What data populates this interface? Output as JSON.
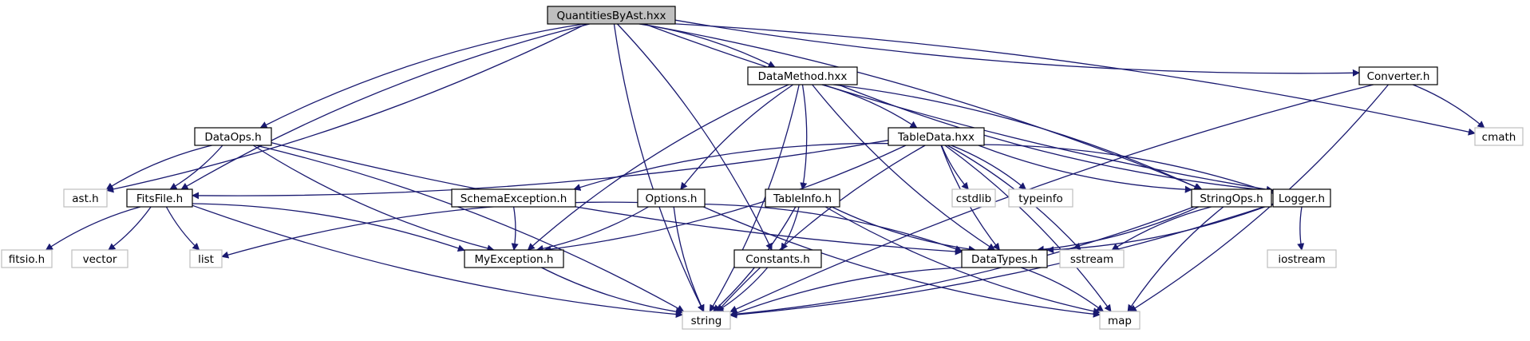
{
  "colors": {
    "edge": "#191970",
    "node_border": "#000000",
    "external_border": "#bfbfbf",
    "root_fill": "#bfbfbf",
    "node_fill": "#ffffff"
  },
  "nodes": {
    "quantities": {
      "label": "QuantitiesByAst.hxx",
      "kind": "root"
    },
    "datamethod": {
      "label": "DataMethod.hxx",
      "kind": "header"
    },
    "converter": {
      "label": "Converter.h",
      "kind": "header"
    },
    "cmath": {
      "label": "cmath",
      "kind": "external"
    },
    "dataops": {
      "label": "DataOps.h",
      "kind": "header"
    },
    "tabledata": {
      "label": "TableData.hxx",
      "kind": "header"
    },
    "ast": {
      "label": "ast.h",
      "kind": "external"
    },
    "fitsfile": {
      "label": "FitsFile.h",
      "kind": "header"
    },
    "schemaexc": {
      "label": "SchemaException.h",
      "kind": "header"
    },
    "options": {
      "label": "Options.h",
      "kind": "header"
    },
    "tableinfo": {
      "label": "TableInfo.h",
      "kind": "header"
    },
    "cstdlib": {
      "label": "cstdlib",
      "kind": "external"
    },
    "typeinfo": {
      "label": "typeinfo",
      "kind": "external"
    },
    "stringops": {
      "label": "StringOps.h",
      "kind": "header"
    },
    "logger": {
      "label": "Logger.h",
      "kind": "header"
    },
    "fitsio": {
      "label": "fitsio.h",
      "kind": "external"
    },
    "vector": {
      "label": "vector",
      "kind": "external"
    },
    "list": {
      "label": "list",
      "kind": "external"
    },
    "myexc": {
      "label": "MyException.h",
      "kind": "header"
    },
    "constants": {
      "label": "Constants.h",
      "kind": "header"
    },
    "datatypes": {
      "label": "DataTypes.h",
      "kind": "header"
    },
    "sstream": {
      "label": "sstream",
      "kind": "external"
    },
    "iostream": {
      "label": "iostream",
      "kind": "external"
    },
    "string": {
      "label": "string",
      "kind": "external"
    },
    "map": {
      "label": "map",
      "kind": "external"
    }
  },
  "edges": [
    [
      "quantities",
      "datamethod"
    ],
    [
      "quantities",
      "converter"
    ],
    [
      "quantities",
      "cmath"
    ],
    [
      "quantities",
      "dataops"
    ],
    [
      "quantities",
      "ast"
    ],
    [
      "quantities",
      "fitsfile"
    ],
    [
      "quantities",
      "constants"
    ],
    [
      "quantities",
      "string"
    ],
    [
      "quantities",
      "stringops"
    ],
    [
      "quantities",
      "logger"
    ],
    [
      "datamethod",
      "tabledata"
    ],
    [
      "datamethod",
      "options"
    ],
    [
      "datamethod",
      "tableinfo"
    ],
    [
      "datamethod",
      "myexc"
    ],
    [
      "datamethod",
      "string"
    ],
    [
      "datamethod",
      "datatypes"
    ],
    [
      "datamethod",
      "stringops"
    ],
    [
      "datamethod",
      "logger"
    ],
    [
      "converter",
      "cmath"
    ],
    [
      "converter",
      "string"
    ],
    [
      "converter",
      "map"
    ],
    [
      "dataops",
      "ast"
    ],
    [
      "dataops",
      "fitsfile"
    ],
    [
      "dataops",
      "myexc"
    ],
    [
      "dataops",
      "string"
    ],
    [
      "dataops",
      "datatypes"
    ],
    [
      "tabledata",
      "fitsfile"
    ],
    [
      "tabledata",
      "schemaexc"
    ],
    [
      "tabledata",
      "myexc"
    ],
    [
      "tabledata",
      "cstdlib"
    ],
    [
      "tabledata",
      "typeinfo"
    ],
    [
      "tabledata",
      "stringops"
    ],
    [
      "tabledata",
      "logger"
    ],
    [
      "tabledata",
      "datatypes"
    ],
    [
      "tabledata",
      "sstream"
    ],
    [
      "tabledata",
      "string"
    ],
    [
      "tabledata",
      "map"
    ],
    [
      "fitsfile",
      "fitsio"
    ],
    [
      "fitsfile",
      "vector"
    ],
    [
      "fitsfile",
      "list"
    ],
    [
      "fitsfile",
      "myexc"
    ],
    [
      "fitsfile",
      "string"
    ],
    [
      "schemaexc",
      "myexc"
    ],
    [
      "options",
      "list"
    ],
    [
      "options",
      "myexc"
    ],
    [
      "options",
      "string"
    ],
    [
      "options",
      "datatypes"
    ],
    [
      "options",
      "map"
    ],
    [
      "tableinfo",
      "constants"
    ],
    [
      "tableinfo",
      "datatypes"
    ],
    [
      "tableinfo",
      "string"
    ],
    [
      "tableinfo",
      "map"
    ],
    [
      "stringops",
      "datatypes"
    ],
    [
      "stringops",
      "sstream"
    ],
    [
      "stringops",
      "string"
    ],
    [
      "stringops",
      "map"
    ],
    [
      "logger",
      "datatypes"
    ],
    [
      "logger",
      "iostream"
    ],
    [
      "logger",
      "string"
    ],
    [
      "myexc",
      "string"
    ],
    [
      "constants",
      "string"
    ],
    [
      "datatypes",
      "string"
    ],
    [
      "datatypes",
      "map"
    ]
  ]
}
